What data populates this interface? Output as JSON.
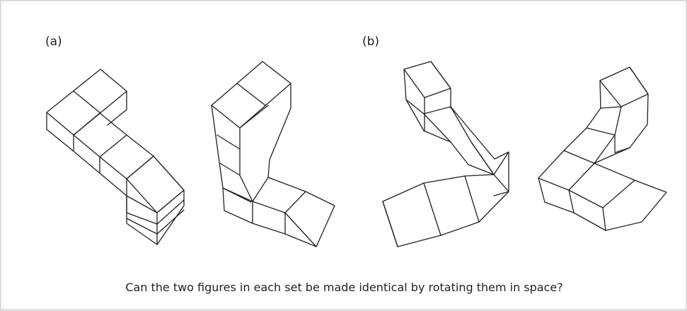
{
  "panels": [
    {
      "label": "(a)"
    },
    {
      "label": "(b)"
    }
  ],
  "caption": "Can the two figures in each set be made identical by rotating them in space?"
}
